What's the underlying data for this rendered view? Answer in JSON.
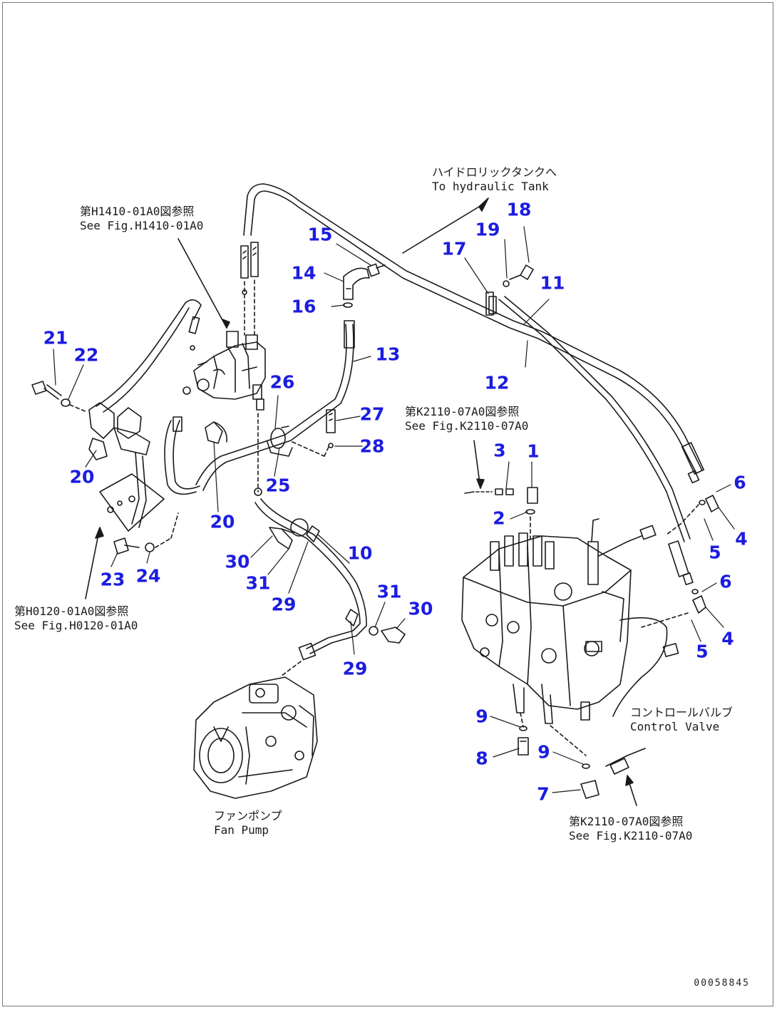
{
  "diagram": {
    "callouts": [
      "1",
      "2",
      "3",
      "4",
      "4",
      "5",
      "5",
      "6",
      "6",
      "7",
      "8",
      "9",
      "9",
      "10",
      "11",
      "12",
      "13",
      "14",
      "15",
      "16",
      "17",
      "18",
      "19",
      "20",
      "20",
      "21",
      "22",
      "23",
      "24",
      "25",
      "26",
      "27",
      "28",
      "29",
      "29",
      "30",
      "30",
      "31",
      "31"
    ],
    "notes": {
      "tank": {
        "jp": "ハイドロリックタンクへ",
        "en": "To hydraulic Tank"
      },
      "ref_h1410": {
        "jp": "第H1410-01A0図参照",
        "en": "See Fig.H1410-01A0"
      },
      "ref_k2110_top": {
        "jp": "第K2110-07A0図参照",
        "en": "See Fig.K2110-07A0"
      },
      "ref_h0120": {
        "jp": "第H0120-01A0図参照",
        "en": "See Fig.H0120-01A0"
      },
      "control_valve": {
        "jp": "コントロールバルブ",
        "en": "Control Valve"
      },
      "fan_pump": {
        "jp": "ファンポンプ",
        "en": "Fan Pump"
      },
      "ref_k2110_bottom": {
        "jp": "第K2110-07A0図参照",
        "en": "See Fig.K2110-07A0"
      }
    },
    "drawing_code": "00058845"
  },
  "colors": {
    "callout": "#1c1ce0",
    "line": "#1a1a1a",
    "frame": "#777777"
  }
}
